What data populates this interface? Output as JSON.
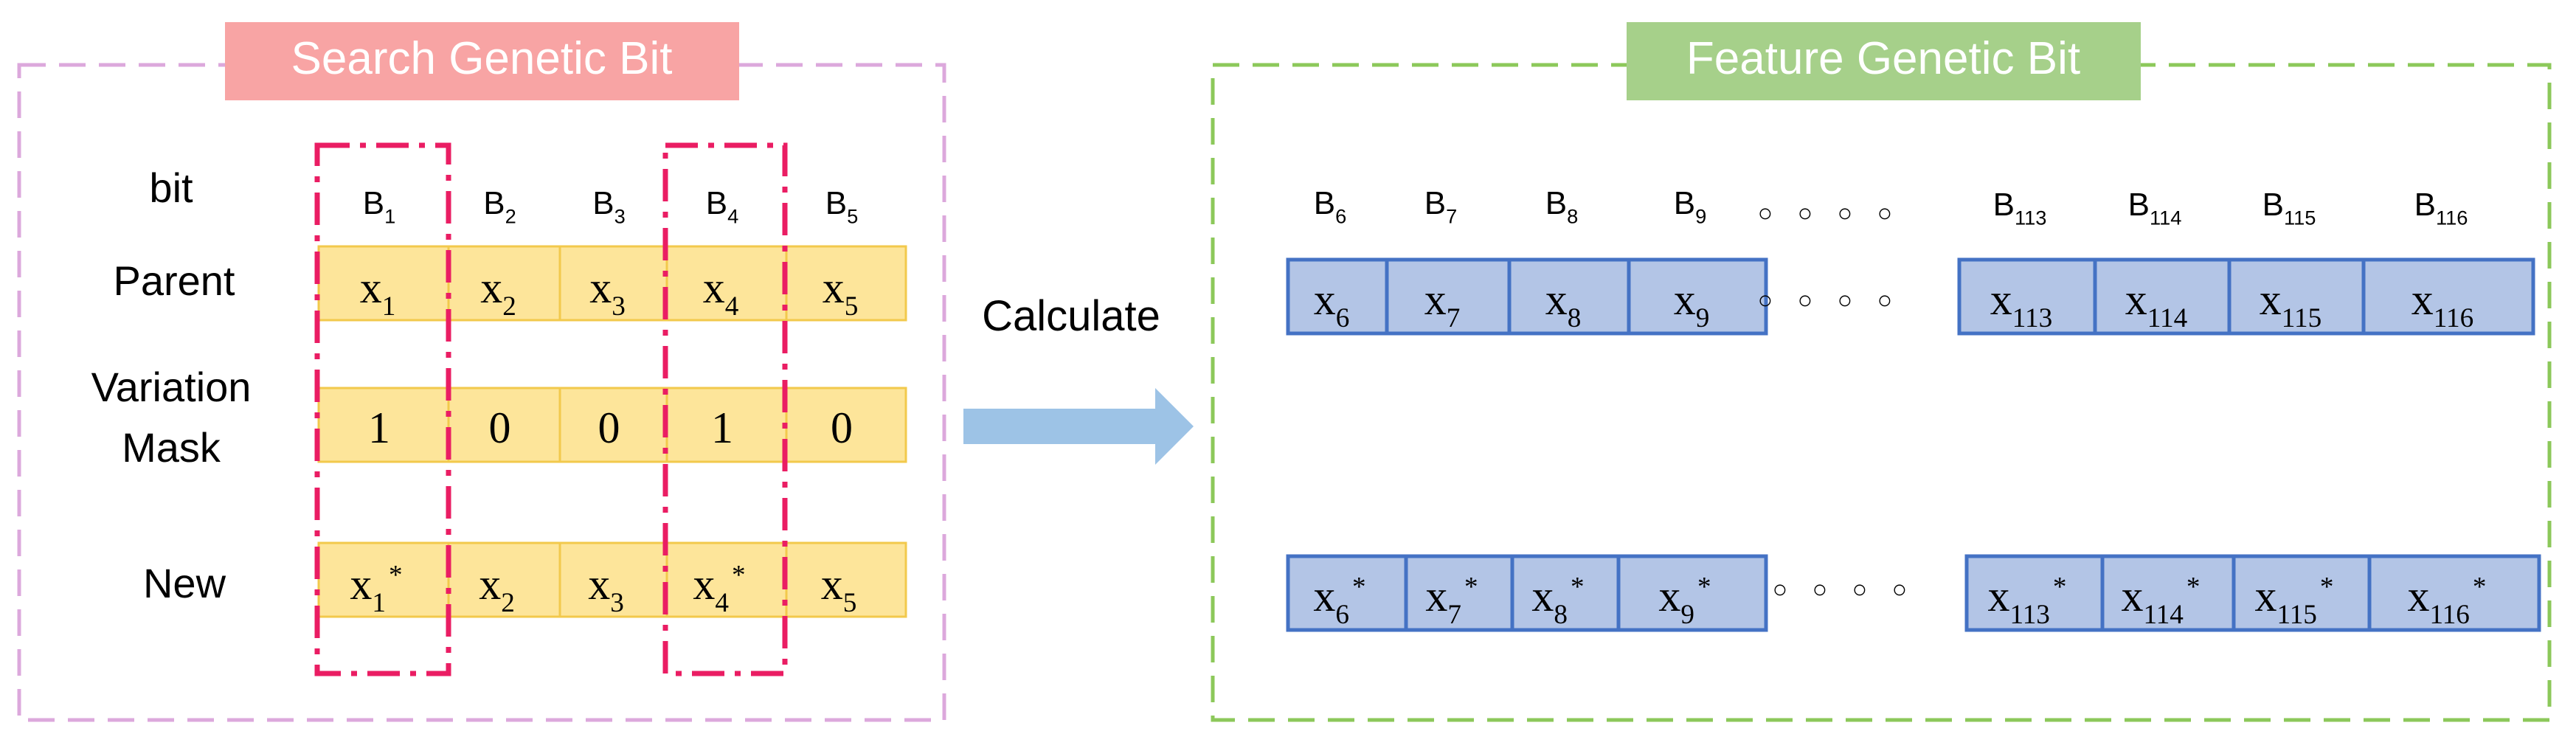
{
  "colors": {
    "left_border": "#dca8dc",
    "right_border": "#8cc85a",
    "left_title_bg": "#f8a4a4",
    "right_title_bg": "#a6d08a",
    "yellow_cell": "#fde59a",
    "yellow_border": "#f2c94c",
    "blue_cell": "#b3c5e6",
    "blue_border": "#4472c4",
    "highlight": "#ea1d63",
    "arrow": "#9dc3e6"
  },
  "left_panel": {
    "title": "Search Genetic Bit",
    "row_labels": {
      "bit": "bit",
      "parent": "Parent",
      "variation_line1": "Variation",
      "variation_line2": "Mask",
      "new": "New"
    },
    "bit_headers": [
      {
        "base": "B",
        "sub": "1"
      },
      {
        "base": "B",
        "sub": "2"
      },
      {
        "base": "B",
        "sub": "3"
      },
      {
        "base": "B",
        "sub": "4"
      },
      {
        "base": "B",
        "sub": "5"
      }
    ],
    "parent_cells": [
      {
        "base": "x",
        "sub": "1",
        "sup": ""
      },
      {
        "base": "x",
        "sub": "2",
        "sup": ""
      },
      {
        "base": "x",
        "sub": "3",
        "sup": ""
      },
      {
        "base": "x",
        "sub": "4",
        "sup": ""
      },
      {
        "base": "x",
        "sub": "5",
        "sup": ""
      }
    ],
    "mask_cells": [
      "1",
      "0",
      "0",
      "1",
      "0"
    ],
    "new_cells": [
      {
        "base": "x",
        "sub": "1",
        "sup": "*"
      },
      {
        "base": "x",
        "sub": "2",
        "sup": ""
      },
      {
        "base": "x",
        "sub": "3",
        "sup": ""
      },
      {
        "base": "x",
        "sub": "4",
        "sup": "*"
      },
      {
        "base": "x",
        "sub": "5",
        "sup": ""
      }
    ]
  },
  "arrow_label": "Calculate",
  "right_panel": {
    "title": "Feature Genetic Bit",
    "ellipsis": "○ ○ ○ ○",
    "bit_headers_left": [
      {
        "base": "B",
        "sub": "6"
      },
      {
        "base": "B",
        "sub": "7"
      },
      {
        "base": "B",
        "sub": "8"
      },
      {
        "base": "B",
        "sub": "9"
      }
    ],
    "bit_headers_right": [
      {
        "base": "B",
        "sub": "113"
      },
      {
        "base": "B",
        "sub": "114"
      },
      {
        "base": "B",
        "sub": "115"
      },
      {
        "base": "B",
        "sub": "116"
      }
    ],
    "top_cells_left": [
      {
        "base": "x",
        "sub": "6",
        "sup": ""
      },
      {
        "base": "x",
        "sub": "7",
        "sup": ""
      },
      {
        "base": "x",
        "sub": "8",
        "sup": ""
      },
      {
        "base": "x",
        "sub": "9",
        "sup": ""
      }
    ],
    "top_cells_right": [
      {
        "base": "x",
        "sub": "113",
        "sup": ""
      },
      {
        "base": "x",
        "sub": "114",
        "sup": ""
      },
      {
        "base": "x",
        "sub": "115",
        "sup": ""
      },
      {
        "base": "x",
        "sub": "116",
        "sup": ""
      }
    ],
    "bottom_cells_left": [
      {
        "base": "x",
        "sub": "6",
        "sup": "*"
      },
      {
        "base": "x",
        "sub": "7",
        "sup": "*"
      },
      {
        "base": "x",
        "sub": "8",
        "sup": "*"
      },
      {
        "base": "x",
        "sub": "9",
        "sup": "*"
      }
    ],
    "bottom_cells_right": [
      {
        "base": "x",
        "sub": "113",
        "sup": "*"
      },
      {
        "base": "x",
        "sub": "114",
        "sup": "*"
      },
      {
        "base": "x",
        "sub": "115",
        "sup": "*"
      },
      {
        "base": "x",
        "sub": "116",
        "sup": "*"
      }
    ]
  }
}
